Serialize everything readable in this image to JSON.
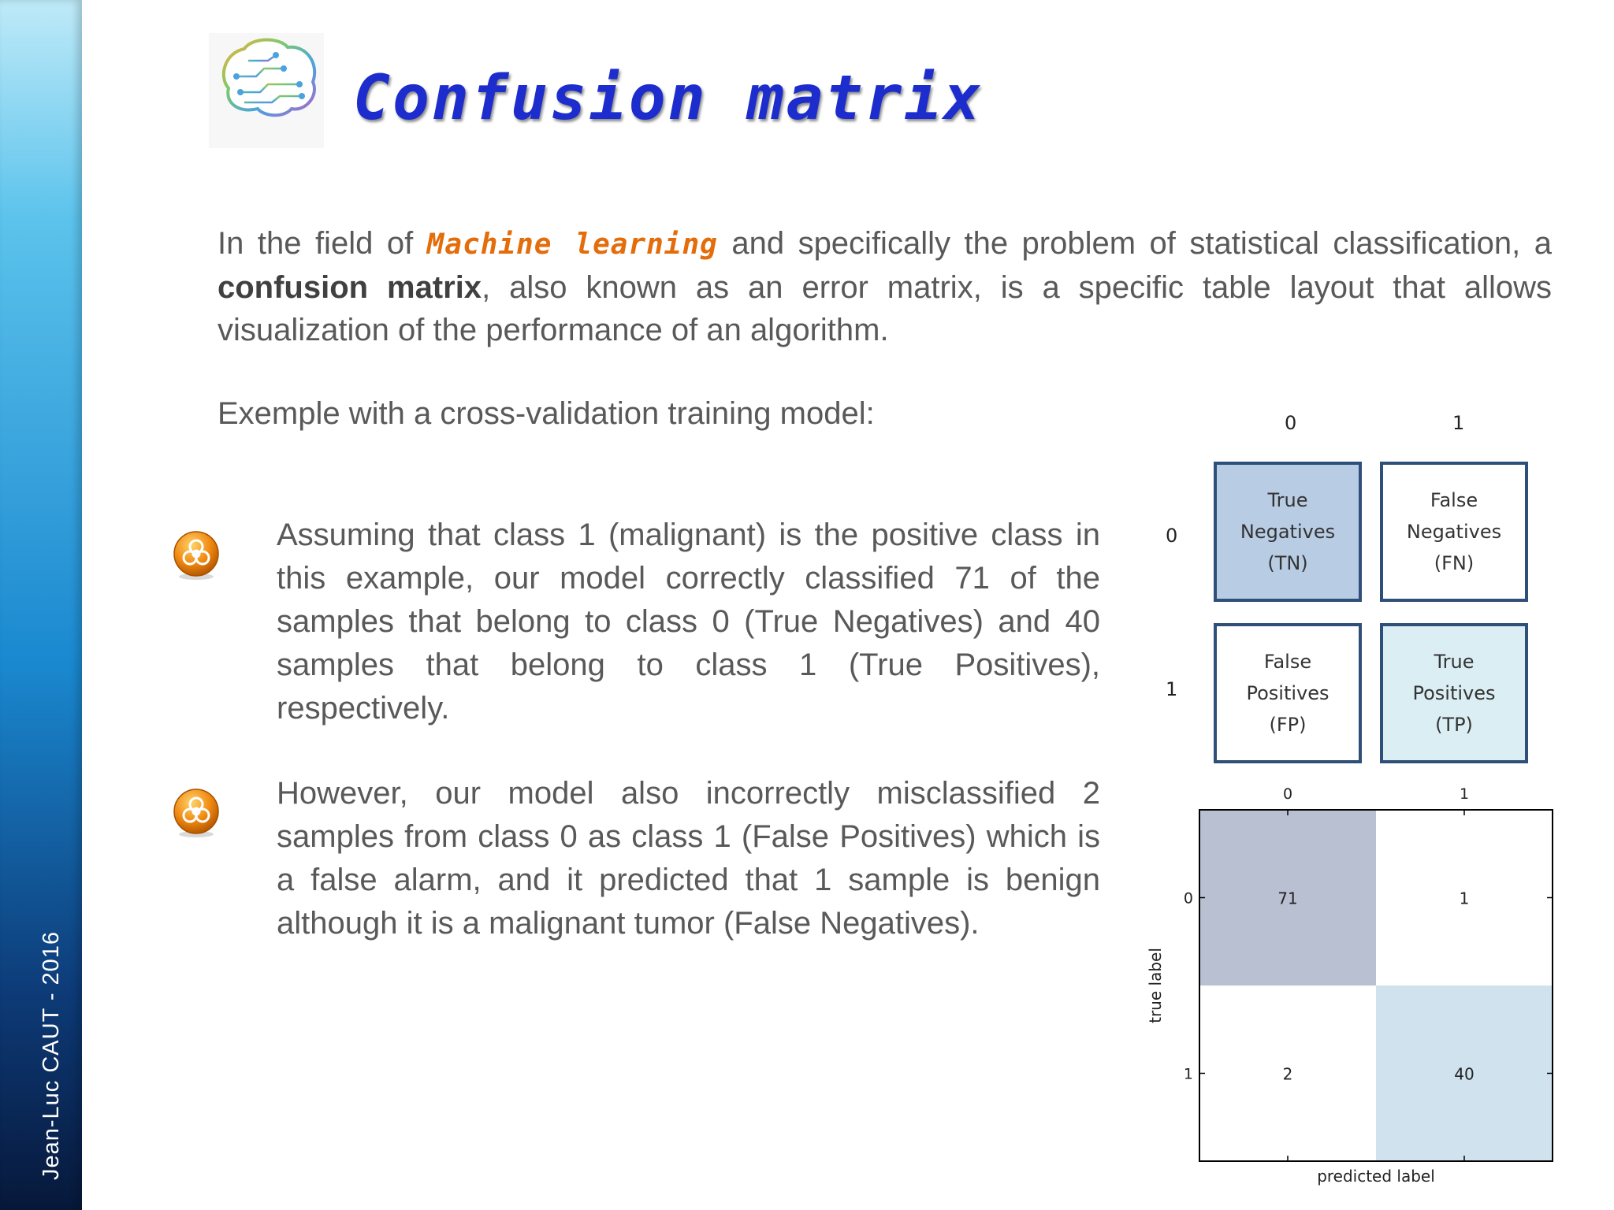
{
  "sidebar": {
    "author": "Jean-Luc CAUT - 2016",
    "gradient_top": "#bfeaf8",
    "gradient_bottom": "#07183a"
  },
  "header": {
    "title": "Confusion matrix",
    "logo_icon": "brain-circuit-icon"
  },
  "intro": {
    "p1_before": "In the field of ",
    "p1_link": "Machine learning",
    "p1_after": " and specifically the problem of statistical classification, a ",
    "p1_bold": "confusion matrix",
    "p1_end": ", also known as an error matrix, is a specific table layout that allows visualization of the performance of an algorithm."
  },
  "example_label": "Exemple with a cross-validation training model:",
  "bullets": [
    {
      "icon": "biohazard-icon",
      "text": "Assuming that class 1 (malignant) is the positive class in this example, our model correctly classified 71 of the samples that belong to class 0 (True Negatives) and 40 samples that belong to class 1 (True Positives), respectively."
    },
    {
      "icon": "biohazard-icon",
      "text": "However, our model also incorrectly misclassified 2 samples from class 0 as class 1 (False Positives) which is a false alarm, and it predicted that 1 sample is benign although it is a malignant tumor (False Negatives)."
    }
  ],
  "diagram": {
    "col_labels": [
      "0",
      "1"
    ],
    "row_labels": [
      "0",
      "1"
    ],
    "cells": [
      {
        "l1": "True",
        "l2": "Negatives",
        "l3": "(TN)",
        "color": "#b8cce4"
      },
      {
        "l1": "False",
        "l2": "Negatives",
        "l3": "(FN)",
        "color": "#ffffff"
      },
      {
        "l1": "False",
        "l2": "Positives",
        "l3": "(FP)",
        "color": "#ffffff"
      },
      {
        "l1": "True",
        "l2": "Positives",
        "l3": "(TP)",
        "color": "#dbeef4"
      }
    ]
  },
  "chart_data": {
    "type": "heatmap",
    "x_categories": [
      "0",
      "1"
    ],
    "y_categories": [
      "0",
      "1"
    ],
    "values": [
      [
        71,
        1
      ],
      [
        2,
        40
      ]
    ],
    "xlabel": "predicted label",
    "ylabel": "true label",
    "colors": {
      "high": "#b8c0d2",
      "mid": "#cfe2ee",
      "low": "#ffffff"
    }
  },
  "colors": {
    "title": "#1c2ccd",
    "accent": "#e46c0a",
    "text": "#595959"
  }
}
